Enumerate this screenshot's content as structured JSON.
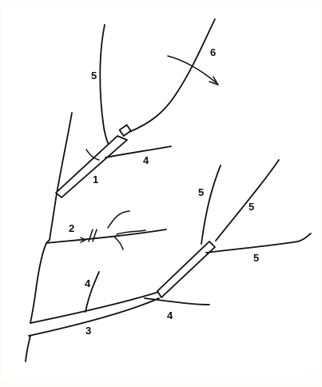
{
  "labels": {
    "n1": "1",
    "n2": "2",
    "n3": "3",
    "n4_a": "4",
    "n4_b": "4",
    "n4_c": "4",
    "n5_a": "5",
    "n5_b": "5",
    "n5_c": "5",
    "n5_d": "5",
    "n6": "6"
  },
  "colors": {
    "ink": "#111111",
    "paper": "#ffffff"
  }
}
